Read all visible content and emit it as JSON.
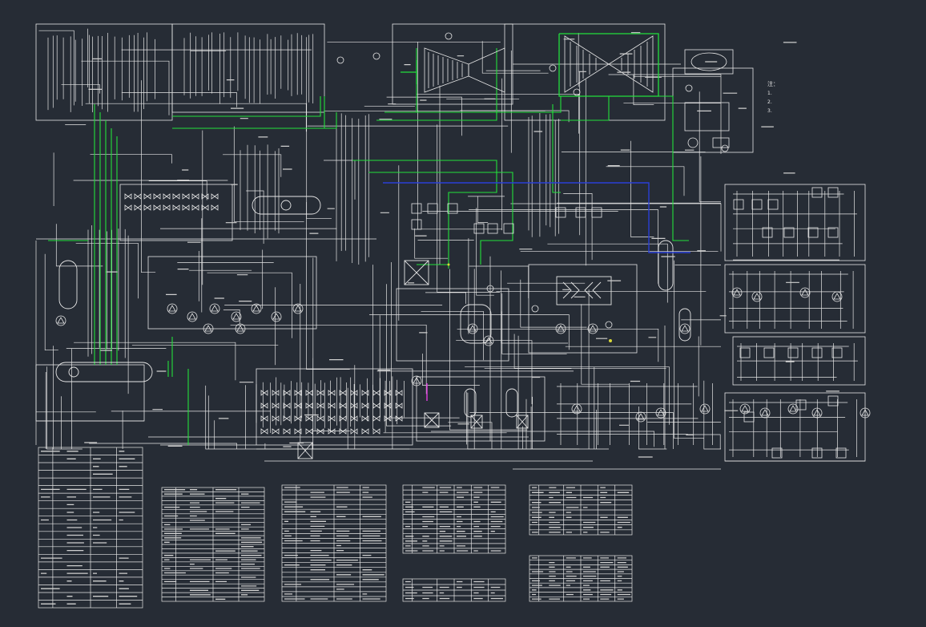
{
  "drawing": {
    "background": "#262c35",
    "colors": {
      "line": "#e6e6e6",
      "steam_line": "#22e03c",
      "cooling_line": "#2a3fd6",
      "accent_magenta": "#d63bd6",
      "accent_yellow": "#d8d83a"
    }
  },
  "notes": {
    "title": "注：",
    "items": [
      "1.",
      "2.",
      "3."
    ]
  },
  "tables": {
    "legend": {
      "rows": 21,
      "cols": 4
    },
    "equipment_list_1": {
      "rows": 26,
      "cols": 4
    },
    "equipment_list_2": {
      "rows": 24,
      "cols": 4
    },
    "parameter_table_1": {
      "rows": 14,
      "cols": 6
    },
    "parameter_table_2": {
      "rows": 10,
      "cols": 6
    },
    "parameter_table_3": {
      "rows": 4,
      "cols": 6
    },
    "parameter_table_4": {
      "rows": 10,
      "cols": 6
    }
  },
  "icons": [
    "pump-icon",
    "heat-exchanger-icon",
    "valve-icon",
    "vessel-icon",
    "turbine-icon",
    "generator-icon"
  ]
}
